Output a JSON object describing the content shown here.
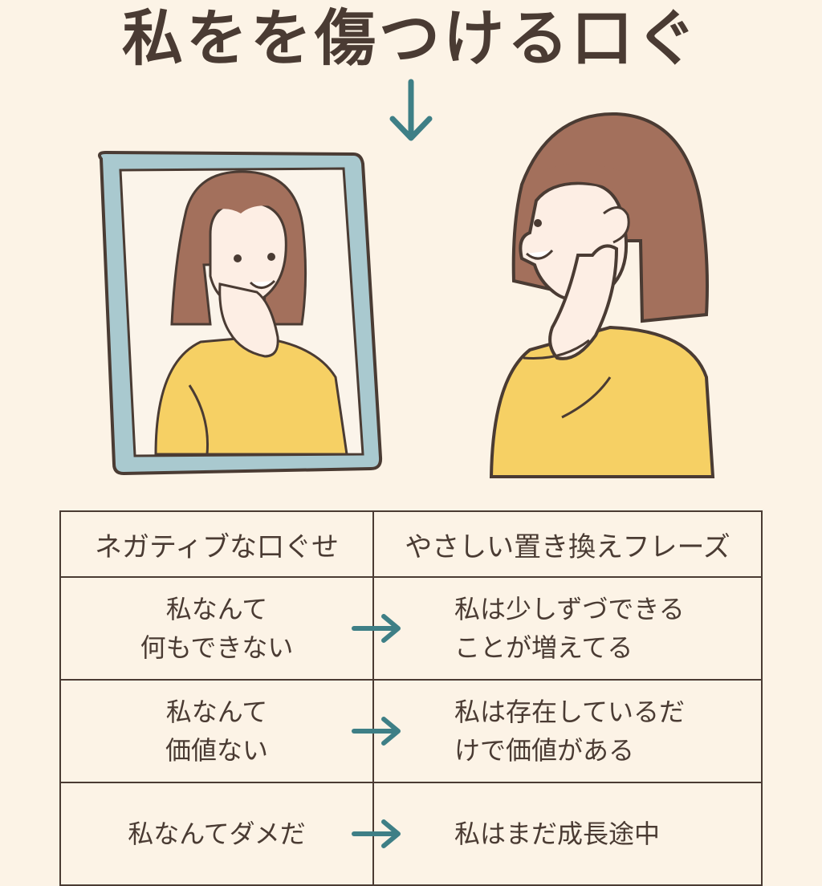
{
  "title": "私をを傷つける口ぐ",
  "colors": {
    "background": "#fcf3e6",
    "ink": "#4a3b33",
    "arrow": "#3e7f86",
    "mirror_frame": "#a9c9cf",
    "sweater": "#f6d064",
    "hair": "#a3705c",
    "skin": "#fdeee4"
  },
  "table": {
    "headers": [
      "ネガティブな口ぐせ",
      "やさしい置き換えフレーズ"
    ],
    "rows": [
      {
        "negative": [
          "私なんて",
          "何もできない"
        ],
        "positive": [
          "私は少しずづできる",
          "ことが増えてる"
        ]
      },
      {
        "negative": [
          "私なんて",
          "価値ない"
        ],
        "positive": [
          "私は存在しているだ",
          "けで価値がある"
        ]
      },
      {
        "negative": [
          "私なんてダメだ"
        ],
        "positive": [
          "私はまだ成長途中"
        ]
      }
    ]
  }
}
